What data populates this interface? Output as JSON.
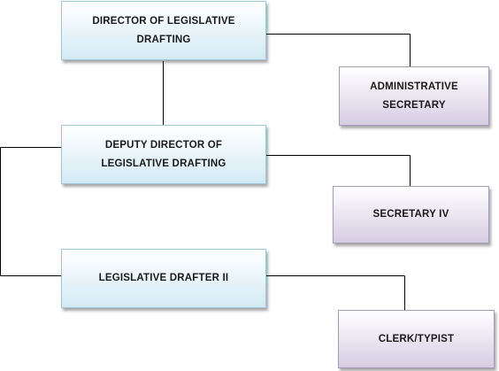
{
  "chart": {
    "nodes": {
      "director": "DIRECTOR OF LEGISLATIVE DRAFTING",
      "admin_secretary": "ADMINISTRATIVE SECRETARY",
      "deputy_director": "DEPUTY DIRECTOR OF LEGISLATIVE DRAFTING",
      "secretary_iv": "SECRETARY IV",
      "legislative_drafter": "LEGISLATIVE DRAFTER II",
      "clerk_typist": "CLERK/TYPIST"
    }
  },
  "colors": {
    "primary_box_gradient_end": "#d3eaf4",
    "primary_box_border": "#9fc5d6",
    "staff_box_gradient_end": "#d6cde3",
    "staff_box_border": "#a599b8",
    "connector": "#000000"
  }
}
